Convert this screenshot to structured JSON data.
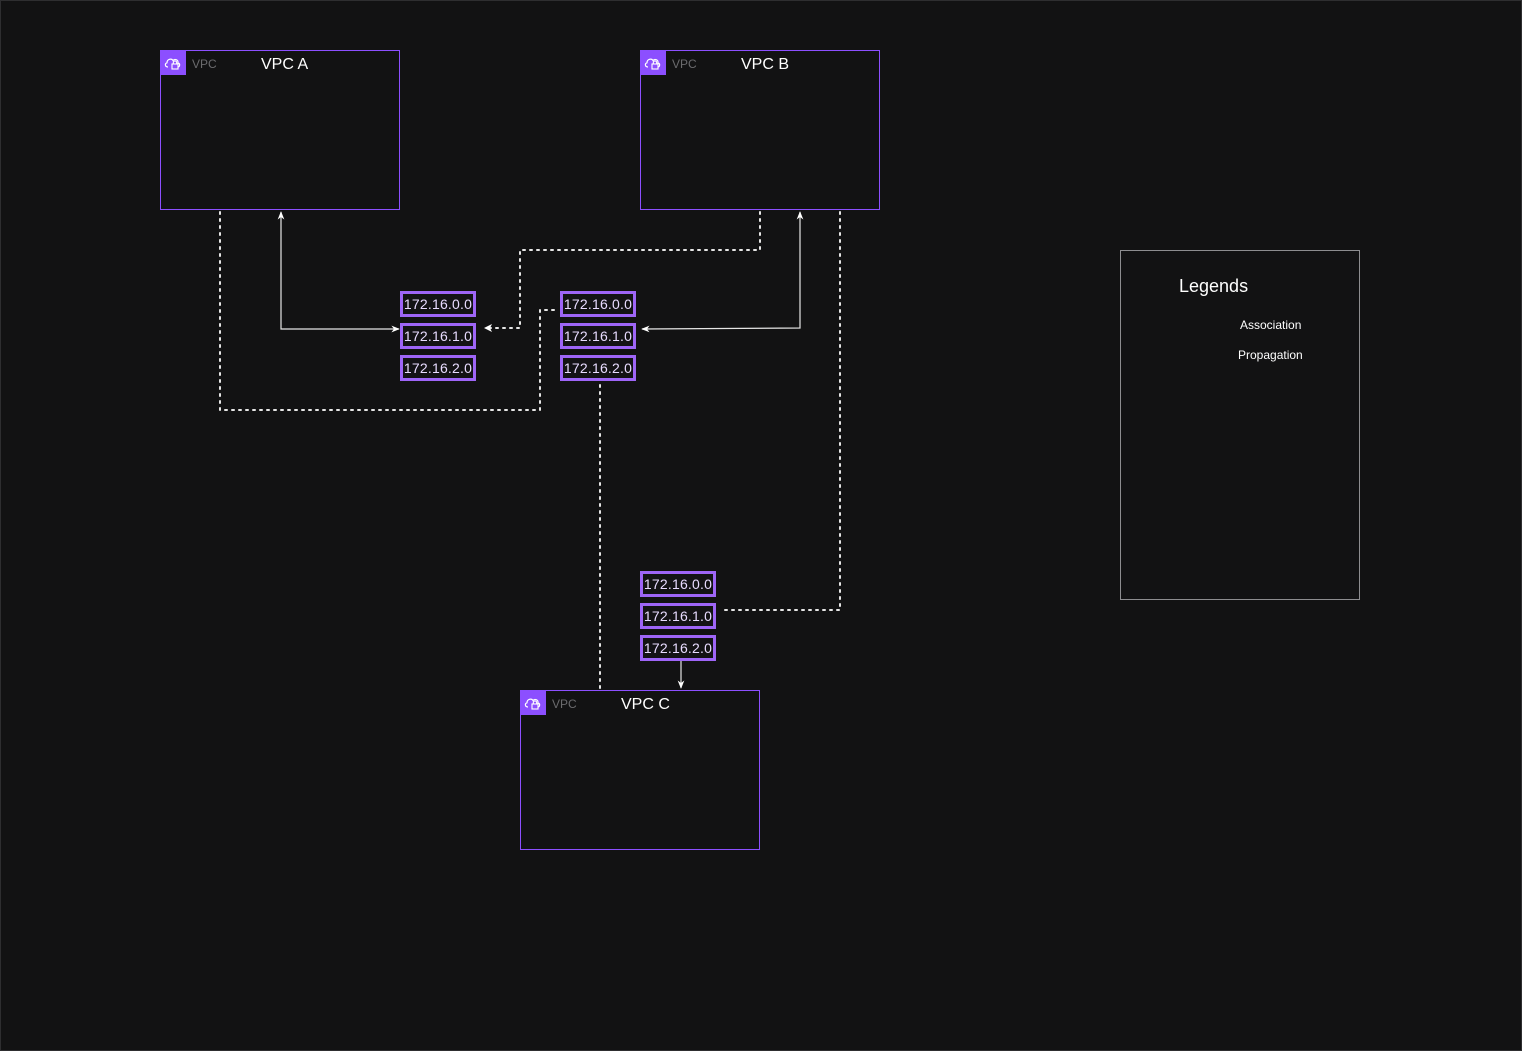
{
  "vpcs": [
    {
      "id": "a",
      "tag": "VPC",
      "name": "VPC A",
      "icon": "vpc-cloud-lock-icon"
    },
    {
      "id": "b",
      "tag": "VPC",
      "name": "VPC B",
      "icon": "vpc-cloud-lock-icon"
    },
    {
      "id": "c",
      "tag": "VPC",
      "name": "VPC C",
      "icon": "vpc-cloud-lock-icon"
    }
  ],
  "route_tables": [
    {
      "id": "rt1",
      "routes": [
        "172.16.0.0",
        "172.16.1.0",
        "172.16.2.0"
      ]
    },
    {
      "id": "rt2",
      "routes": [
        "172.16.0.0",
        "172.16.1.0",
        "172.16.2.0"
      ]
    },
    {
      "id": "rt3",
      "routes": [
        "172.16.0.0",
        "172.16.1.0",
        "172.16.2.0"
      ]
    }
  ],
  "connections": [
    {
      "type": "association",
      "from": "VPC A",
      "to": "rt1 / 172.16.1.0"
    },
    {
      "type": "propagation",
      "from": "VPC B",
      "to": "rt1 / 172.16.1.0"
    },
    {
      "type": "propagation",
      "from": "VPC A",
      "to": "rt2 / 172.16.0.0"
    },
    {
      "type": "association",
      "from": "VPC B",
      "to": "rt2 / 172.16.1.0"
    },
    {
      "type": "propagation",
      "from": "VPC C",
      "to": "rt2 / 172.16.2.0"
    },
    {
      "type": "propagation",
      "from": "VPC B",
      "to": "rt3 / 172.16.1.0"
    },
    {
      "type": "association",
      "from": "VPC C",
      "to": "rt3 / 172.16.2.0"
    }
  ],
  "legend": {
    "title": "Legends",
    "items": [
      {
        "label": "Association",
        "style": "solid-double-arrow"
      },
      {
        "label": "Propagation",
        "style": "dotted-arrow"
      }
    ]
  },
  "colors": {
    "background": "#121213",
    "vpc_border": "#8c4fff",
    "route_border": "#9e65f7",
    "line": "#e6e6e6",
    "text": "#ffffff"
  }
}
